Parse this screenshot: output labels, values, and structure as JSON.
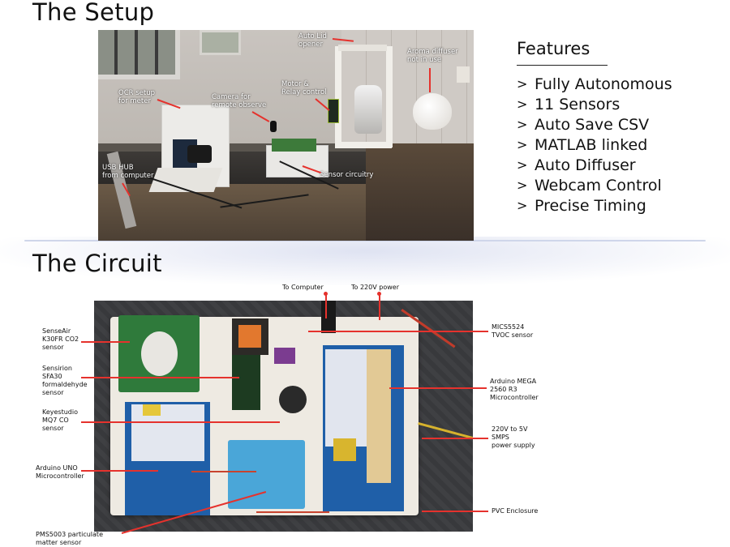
{
  "setup": {
    "title": "The Setup",
    "photo_labels": {
      "auto_lid": "Auto Lid\nopener",
      "aroma": "Aroma diffuser\nnot in use",
      "motor": "Motor &\nRelay control",
      "ocr": "OCR setup\nfor meter",
      "camera": "Camera for\nremote observe",
      "usb": "USB HUB\nfrom computer",
      "sensor": "Sensor circuitry"
    }
  },
  "features": {
    "heading": "Features",
    "items": [
      "Fully Autonomous",
      "11 Sensors",
      "Auto Save CSV",
      "MATLAB linked",
      "Auto Diffuser",
      "Webcam Control",
      "Precise Timing"
    ]
  },
  "circuit": {
    "title": "The Circuit",
    "labels": {
      "to_computer": "To Computer",
      "to_power": "To 220V power",
      "senseair": "SenseAir\nK30FR CO2\nsensor",
      "sensirion": "Sensirion\nSFA30\nformaldehyde\nsensor",
      "keyestudio": "Keyestudio\nMQ7 CO\nsensor",
      "uno": "Arduino UNO\nMicrocontroller",
      "pms": "PMS5003 particulate\nmatter sensor",
      "mics": "MICS5524\nTVOC sensor",
      "mega": "Arduino MEGA\n2560 R3\nMicrocontroller",
      "smps": "220V to 5V\nSMPS\npower supply",
      "pvc": "PVC Enclosure"
    }
  },
  "colors": {
    "accent_red": "#e5322d",
    "text": "#111111"
  }
}
